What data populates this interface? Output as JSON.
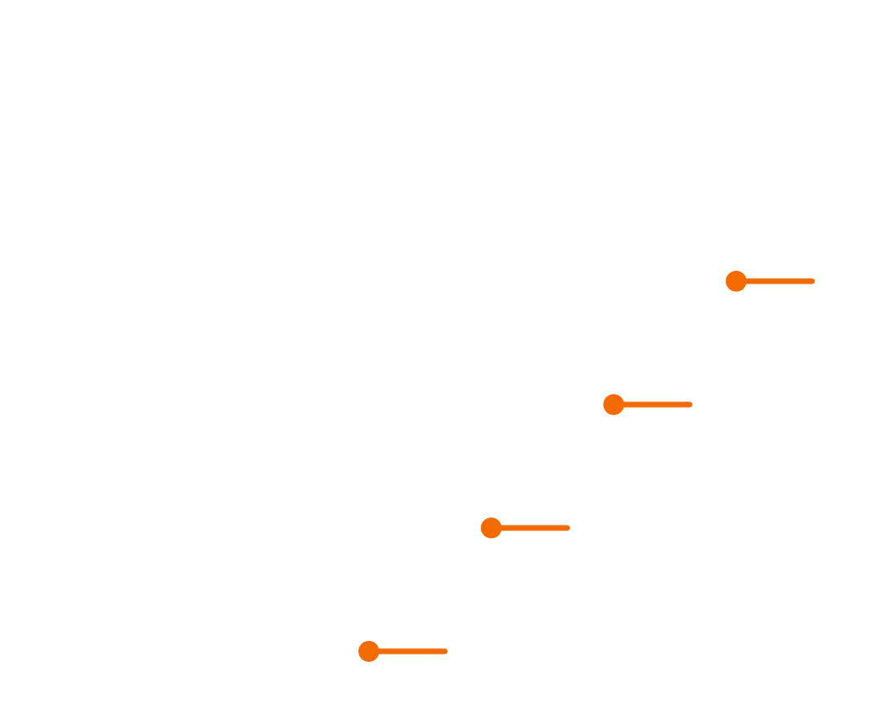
{
  "chart_data": {
    "type": "scatter",
    "title": "",
    "xlabel": "",
    "ylabel": "",
    "grid": false,
    "axes_visible": false,
    "color": "#f26a00",
    "segment_length": 0.62,
    "points": [
      {
        "x": 1,
        "y": 1
      },
      {
        "x": 2,
        "y": 2
      },
      {
        "x": 3,
        "y": 3
      },
      {
        "x": 4,
        "y": 4
      }
    ],
    "xlim": [
      -2,
      5.5
    ],
    "ylim": [
      -0.4,
      6.5
    ]
  }
}
